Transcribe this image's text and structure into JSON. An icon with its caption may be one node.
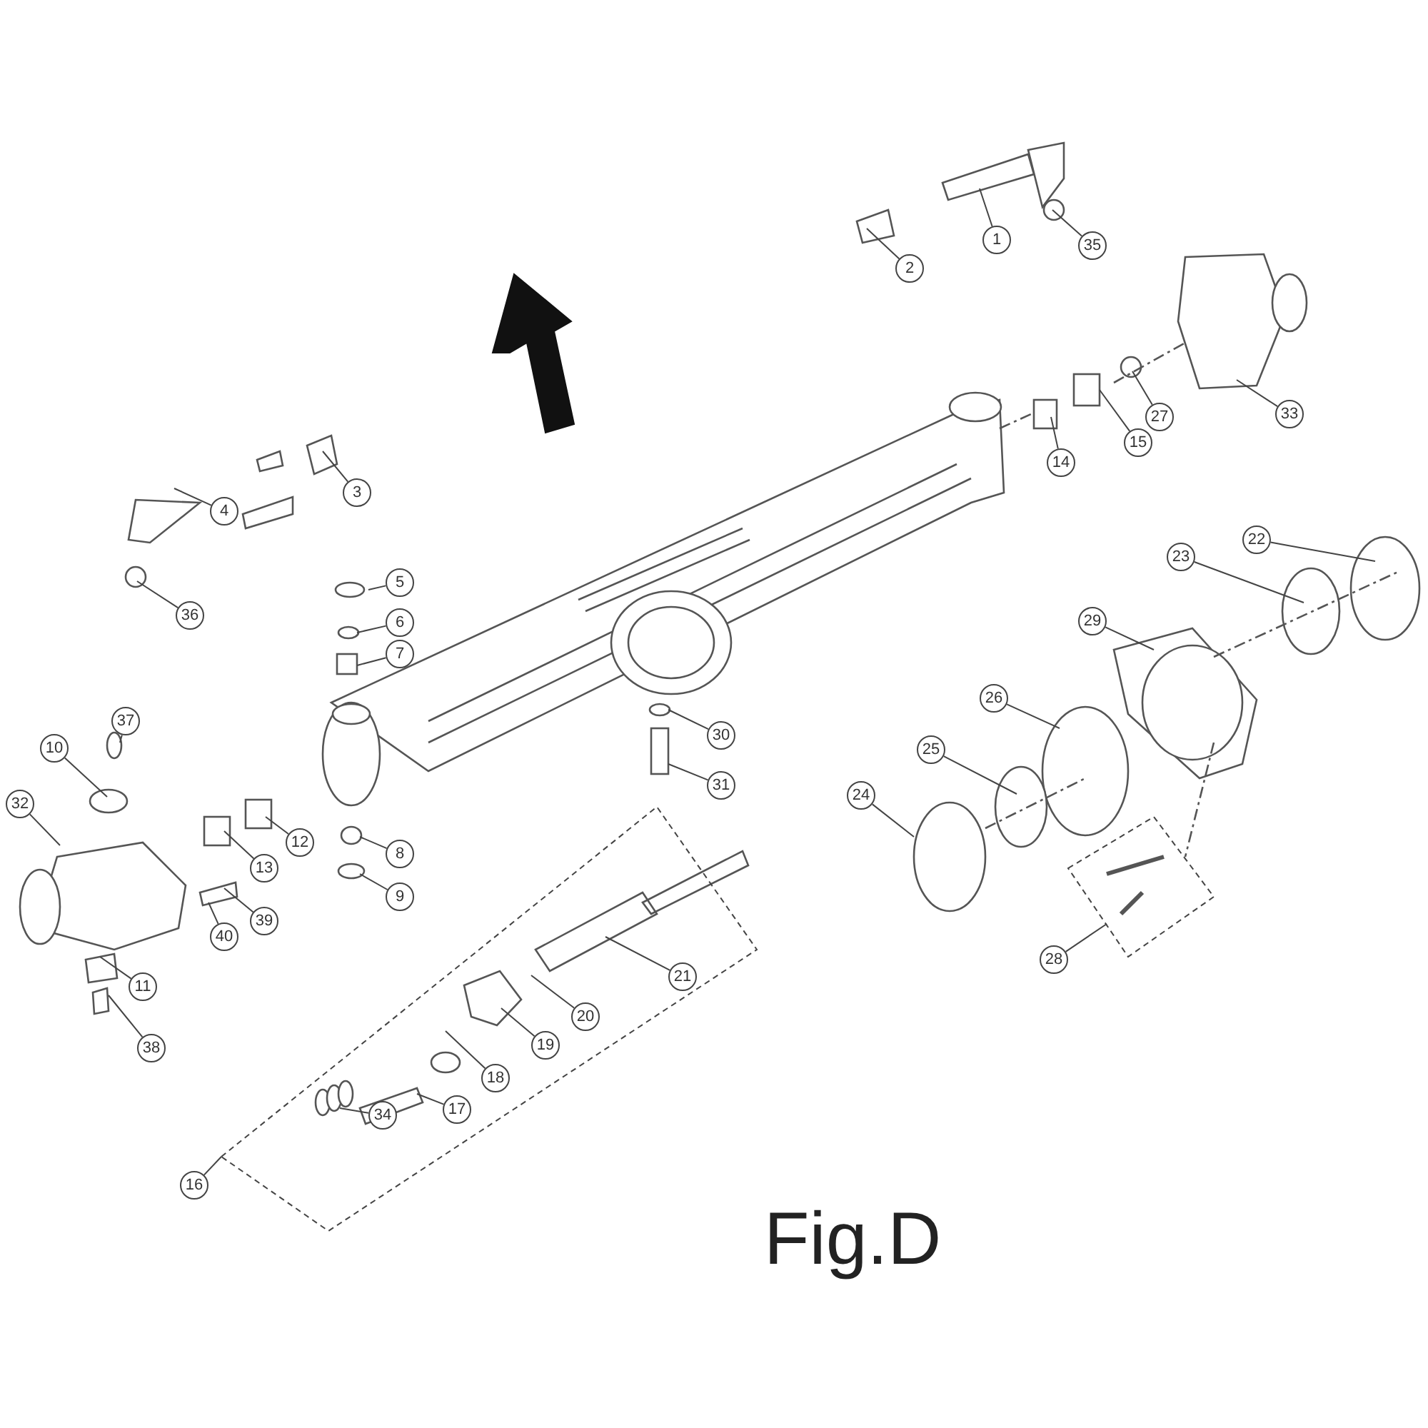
{
  "diagram": {
    "caption": "Fig.D",
    "nodes": [
      {
        "text": [
          "1"
        ]
      },
      {
        "text": [
          "2"
        ]
      },
      {
        "text": [
          "35"
        ]
      },
      {
        "text": [
          "33"
        ]
      },
      {
        "text": [
          "27"
        ]
      },
      {
        "text": [
          "15"
        ]
      },
      {
        "text": [
          "14"
        ]
      },
      {
        "text": [
          "3"
        ]
      },
      {
        "text": [
          "4"
        ]
      },
      {
        "text": [
          "36"
        ]
      },
      {
        "text": [
          "22"
        ]
      },
      {
        "text": [
          "23"
        ]
      },
      {
        "text": [
          "5"
        ]
      },
      {
        "text": [
          "6"
        ]
      },
      {
        "text": [
          "7"
        ]
      },
      {
        "text": [
          "29"
        ]
      },
      {
        "text": [
          "37"
        ]
      },
      {
        "text": [
          "10"
        ]
      },
      {
        "text": [
          "26"
        ]
      },
      {
        "text": [
          "30"
        ]
      },
      {
        "text": [
          "31"
        ]
      },
      {
        "text": [
          "25"
        ]
      },
      {
        "text": [
          "32"
        ]
      },
      {
        "text": [
          "24"
        ]
      },
      {
        "text": [
          "12"
        ]
      },
      {
        "text": [
          "13"
        ]
      },
      {
        "text": [
          "8"
        ]
      },
      {
        "text": [
          "9"
        ]
      },
      {
        "text": [
          "39"
        ]
      },
      {
        "text": [
          "40"
        ]
      },
      {
        "text": [],
        "shape": "box"
      },
      {
        "text": [
          "21"
        ],
        "in": 30
      },
      {
        "text": [],
        "shape": "box"
      },
      {
        "text": [
          "28"
        ]
      },
      {
        "text": [
          "11"
        ]
      },
      {
        "text": [
          "20"
        ],
        "in": 30
      },
      {
        "text": [
          "19"
        ],
        "in": 30
      },
      {
        "text": [
          "18"
        ],
        "in": 30
      },
      {
        "text": [
          "38"
        ]
      },
      {
        "text": [
          "17"
        ],
        "in": 30
      },
      {
        "text": [
          "34"
        ],
        "in": 30
      },
      {
        "text": [
          "16"
        ]
      }
    ],
    "edges": [
      {
        "from": 0,
        "to": null,
        "arrow": "none"
      },
      {
        "from": 1,
        "to": null,
        "arrow": "none"
      },
      {
        "from": 2,
        "to": null,
        "arrow": "none"
      },
      {
        "from": 3,
        "to": null,
        "arrow": "none"
      },
      {
        "from": 4,
        "to": null,
        "arrow": "none"
      },
      {
        "from": 5,
        "to": null,
        "arrow": "none"
      },
      {
        "from": 6,
        "to": null,
        "arrow": "none"
      },
      {
        "from": 7,
        "to": null,
        "arrow": "none"
      },
      {
        "from": 8,
        "to": null,
        "arrow": "none"
      },
      {
        "from": 9,
        "to": null,
        "arrow": "none"
      },
      {
        "from": 10,
        "to": null,
        "arrow": "none"
      },
      {
        "from": 11,
        "to": null,
        "arrow": "none"
      },
      {
        "from": 12,
        "to": null,
        "arrow": "none"
      },
      {
        "from": 13,
        "to": null,
        "arrow": "none"
      },
      {
        "from": 14,
        "to": null,
        "arrow": "none"
      },
      {
        "from": 15,
        "to": null,
        "arrow": "none"
      },
      {
        "from": 16,
        "to": null,
        "arrow": "none"
      },
      {
        "from": 17,
        "to": null,
        "arrow": "none"
      },
      {
        "from": 18,
        "to": null,
        "arrow": "none"
      },
      {
        "from": 19,
        "to": null,
        "arrow": "none"
      },
      {
        "from": 20,
        "to": null,
        "arrow": "none"
      },
      {
        "from": 21,
        "to": null,
        "arrow": "none"
      },
      {
        "from": 22,
        "to": null,
        "arrow": "none"
      },
      {
        "from": 23,
        "to": null,
        "arrow": "none"
      },
      {
        "from": 24,
        "to": null,
        "arrow": "none"
      },
      {
        "from": 25,
        "to": null,
        "arrow": "none"
      },
      {
        "from": 26,
        "to": null,
        "arrow": "none"
      },
      {
        "from": 27,
        "to": null,
        "arrow": "none"
      },
      {
        "from": 28,
        "to": null,
        "arrow": "none"
      },
      {
        "from": 29,
        "to": null,
        "arrow": "none"
      },
      {
        "from": 31,
        "to": null,
        "arrow": "none"
      },
      {
        "from": 33,
        "to": 32,
        "arrow": "none"
      },
      {
        "from": 34,
        "to": null,
        "arrow": "none"
      },
      {
        "from": 35,
        "to": null,
        "arrow": "none"
      },
      {
        "from": 36,
        "to": null,
        "arrow": "none"
      },
      {
        "from": 37,
        "to": null,
        "arrow": "none"
      },
      {
        "from": 38,
        "to": null,
        "arrow": "none"
      },
      {
        "from": 39,
        "to": null,
        "arrow": "none"
      },
      {
        "from": 40,
        "to": null,
        "arrow": "none"
      },
      {
        "from": 41,
        "to": 30,
        "arrow": "none"
      }
    ]
  }
}
